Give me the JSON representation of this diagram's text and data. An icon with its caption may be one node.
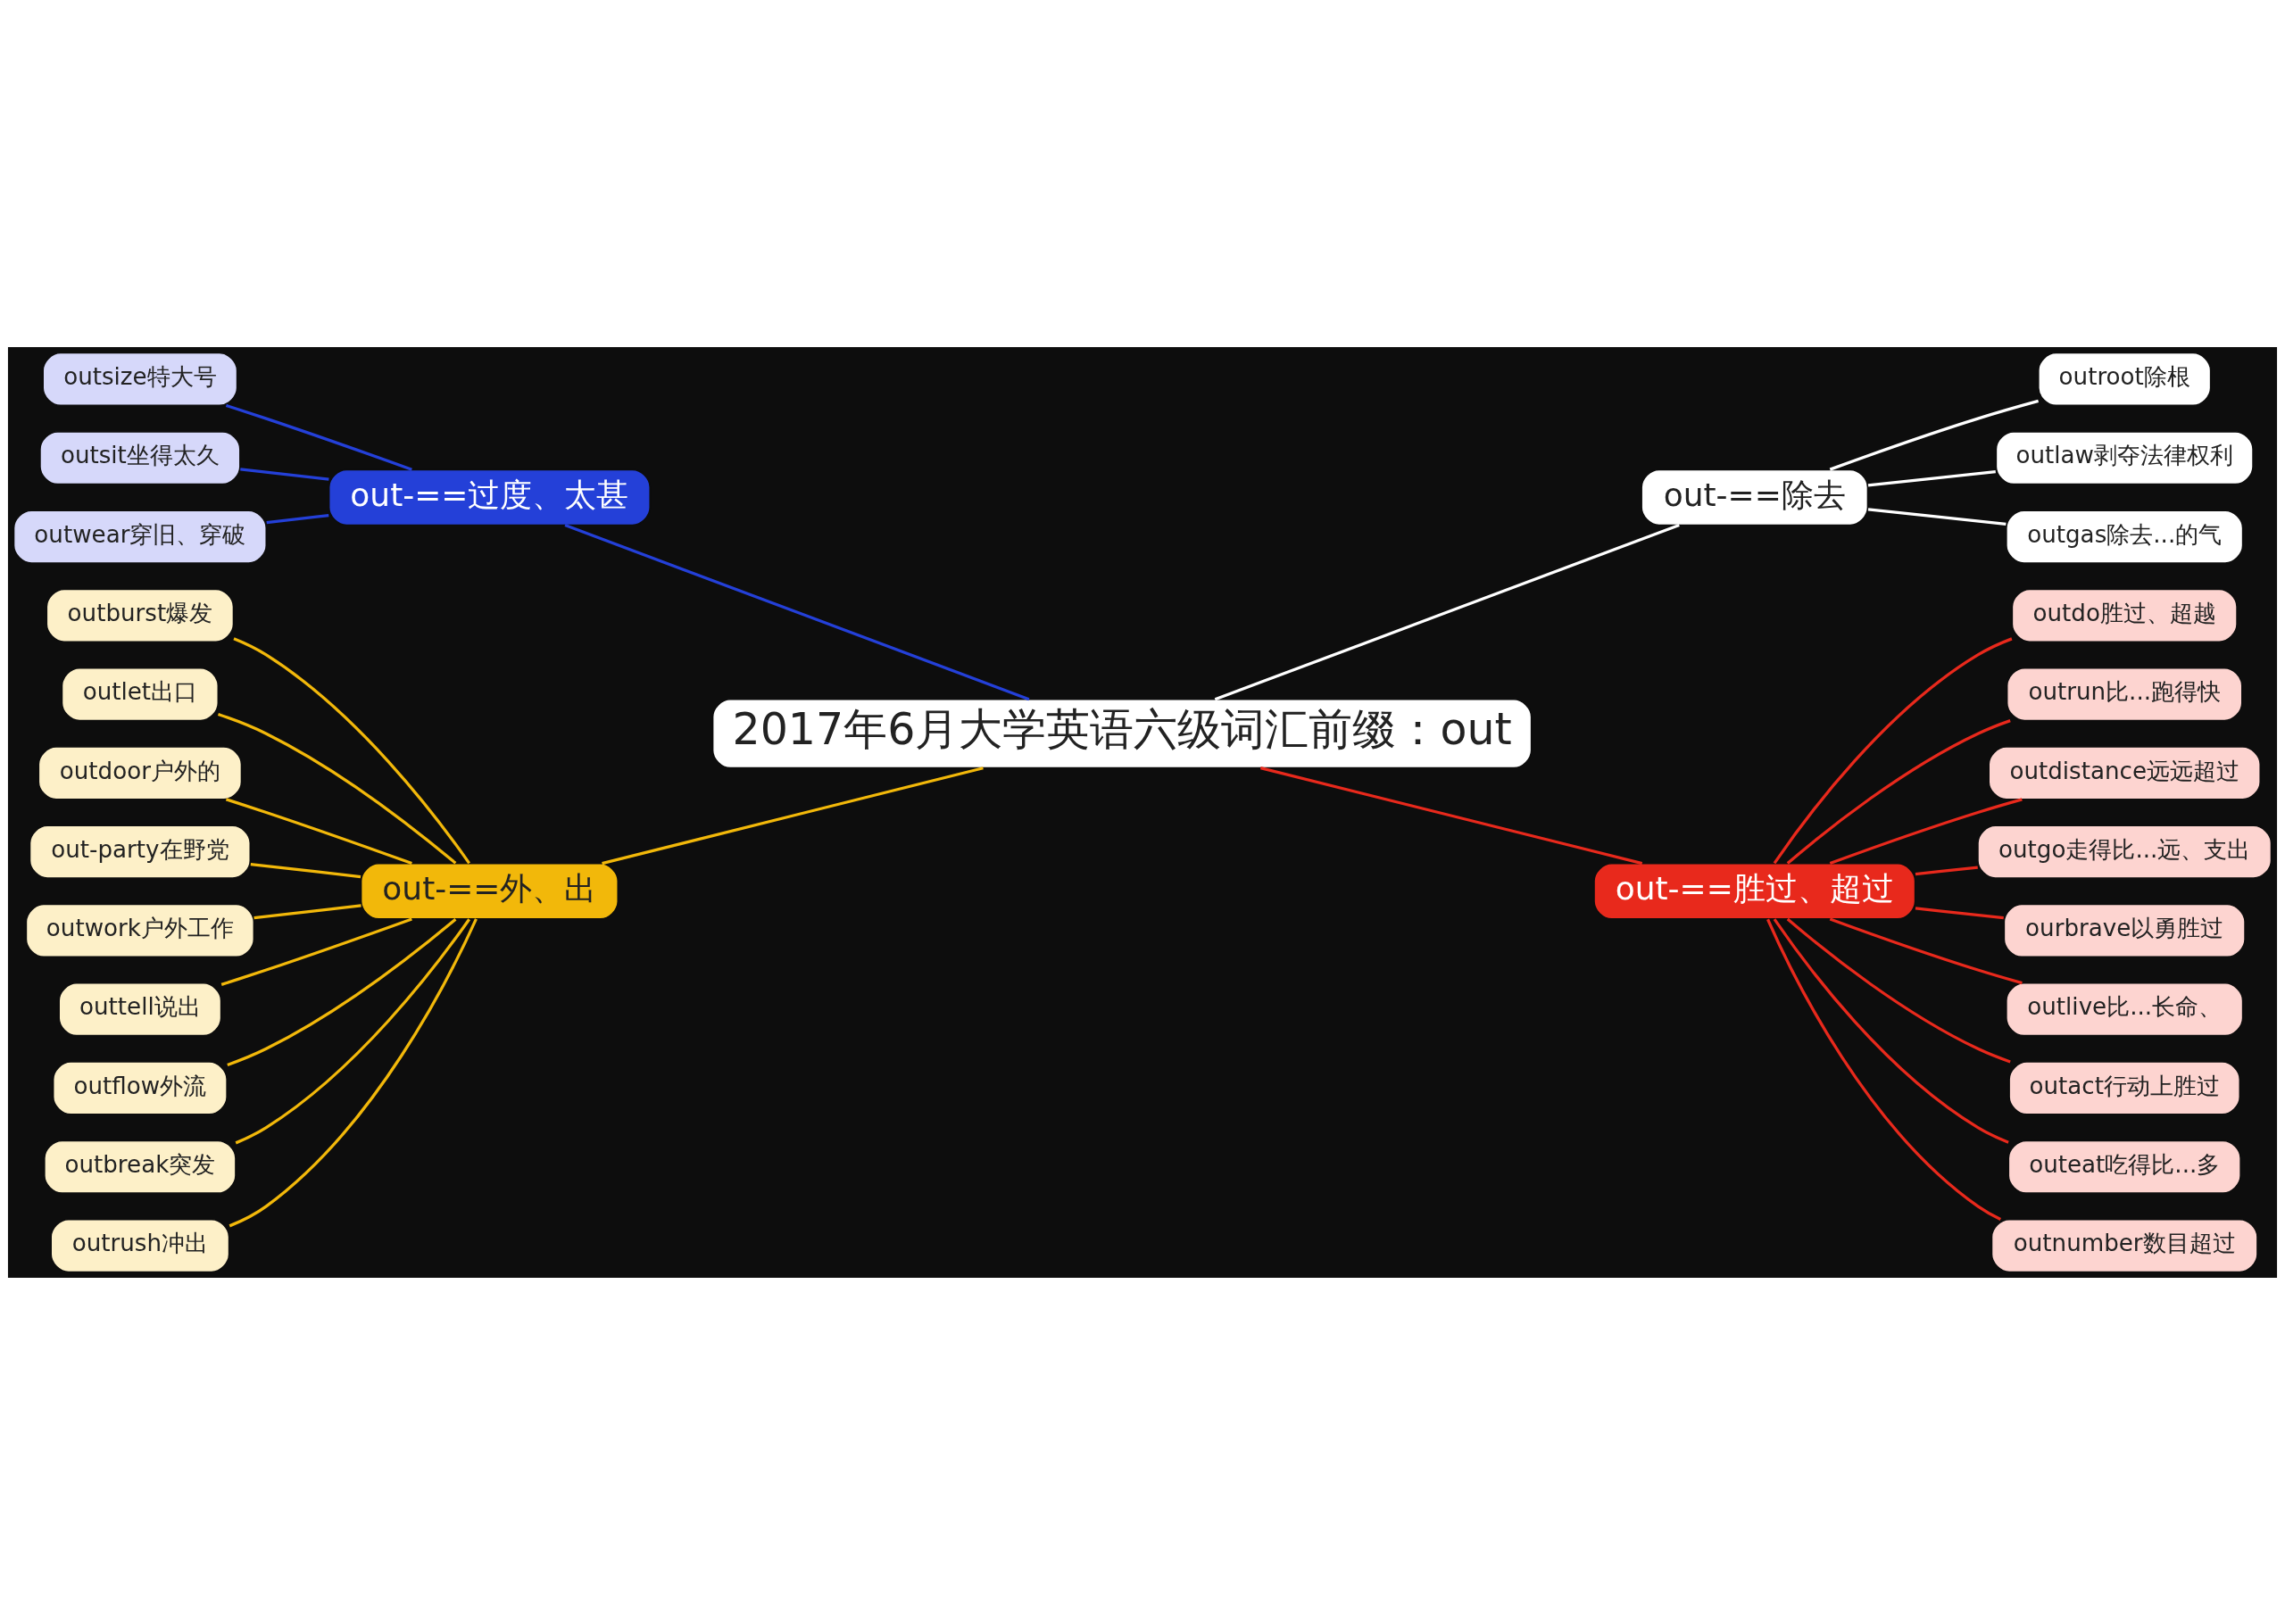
{
  "diagram": {
    "nodes": [
      {
        "text": [
          "2017年6月大学英语六级词汇前缀：out"
        ]
      },
      {
        "text": [
          "out-==过度、太甚"
        ]
      },
      {
        "text": [
          "outsize特大号"
        ]
      },
      {
        "text": [
          "outsit坐得太久"
        ]
      },
      {
        "text": [
          "outwear穿旧、穿破"
        ]
      },
      {
        "text": [
          "out-==外、出"
        ]
      },
      {
        "text": [
          "outburst爆发"
        ]
      },
      {
        "text": [
          "outlet出口"
        ]
      },
      {
        "text": [
          "outdoor户外的"
        ]
      },
      {
        "text": [
          "out-party在野党"
        ]
      },
      {
        "text": [
          "outwork户外工作"
        ]
      },
      {
        "text": [
          "outtell说出"
        ]
      },
      {
        "text": [
          "outflow外流"
        ]
      },
      {
        "text": [
          "outbreak突发"
        ]
      },
      {
        "text": [
          "outrush冲出"
        ]
      },
      {
        "text": [
          "out-==除去"
        ]
      },
      {
        "text": [
          "outroot除根"
        ]
      },
      {
        "text": [
          "outlaw剥夺法律权利"
        ]
      },
      {
        "text": [
          "outgas除去...的气"
        ]
      },
      {
        "text": [
          "out-==胜过、超过"
        ]
      },
      {
        "text": [
          "outdo胜过、超越"
        ]
      },
      {
        "text": [
          "outrun比...跑得快"
        ]
      },
      {
        "text": [
          "outdistance远远超过"
        ]
      },
      {
        "text": [
          "outgo走得比...远、支出"
        ]
      },
      {
        "text": [
          "ourbrave以勇胜过"
        ]
      },
      {
        "text": [
          "outlive比...长命、"
        ]
      },
      {
        "text": [
          "outact行动上胜过"
        ]
      },
      {
        "text": [
          "outeat吃得比...多"
        ]
      },
      {
        "text": [
          "outnumber数目超过"
        ]
      }
    ],
    "edges": [
      {
        "from": 0,
        "to": 1,
        "arrow": "none",
        "color": "#2440d8"
      },
      {
        "from": 1,
        "to": 2,
        "arrow": "none",
        "color": "#2440d8"
      },
      {
        "from": 1,
        "to": 3,
        "arrow": "none",
        "color": "#2440d8"
      },
      {
        "from": 1,
        "to": 4,
        "arrow": "none",
        "color": "#2440d8"
      },
      {
        "from": 0,
        "to": 5,
        "arrow": "none",
        "color": "#f2b80a"
      },
      {
        "from": 5,
        "to": 6,
        "arrow": "none",
        "color": "#f2b80a"
      },
      {
        "from": 5,
        "to": 7,
        "arrow": "none",
        "color": "#f2b80a"
      },
      {
        "from": 5,
        "to": 8,
        "arrow": "none",
        "color": "#f2b80a"
      },
      {
        "from": 5,
        "to": 9,
        "arrow": "none",
        "color": "#f2b80a"
      },
      {
        "from": 5,
        "to": 10,
        "arrow": "none",
        "color": "#f2b80a"
      },
      {
        "from": 5,
        "to": 11,
        "arrow": "none",
        "color": "#f2b80a"
      },
      {
        "from": 5,
        "to": 12,
        "arrow": "none",
        "color": "#f2b80a"
      },
      {
        "from": 5,
        "to": 13,
        "arrow": "none",
        "color": "#f2b80a"
      },
      {
        "from": 5,
        "to": 14,
        "arrow": "none",
        "color": "#f2b80a"
      },
      {
        "from": 0,
        "to": 15,
        "arrow": "none",
        "color": "#ffffff"
      },
      {
        "from": 15,
        "to": 16,
        "arrow": "none",
        "color": "#ffffff"
      },
      {
        "from": 15,
        "to": 17,
        "arrow": "none",
        "color": "#ffffff"
      },
      {
        "from": 15,
        "to": 18,
        "arrow": "none",
        "color": "#ffffff"
      },
      {
        "from": 0,
        "to": 19,
        "arrow": "none",
        "color": "#e8291c"
      },
      {
        "from": 19,
        "to": 20,
        "arrow": "none",
        "color": "#e8291c"
      },
      {
        "from": 19,
        "to": 21,
        "arrow": "none",
        "color": "#e8291c"
      },
      {
        "from": 19,
        "to": 22,
        "arrow": "none",
        "color": "#e8291c"
      },
      {
        "from": 19,
        "to": 23,
        "arrow": "none",
        "color": "#e8291c"
      },
      {
        "from": 19,
        "to": 24,
        "arrow": "none",
        "color": "#e8291c"
      },
      {
        "from": 19,
        "to": 25,
        "arrow": "none",
        "color": "#e8291c"
      },
      {
        "from": 19,
        "to": 26,
        "arrow": "none",
        "color": "#e8291c"
      },
      {
        "from": 19,
        "to": 27,
        "arrow": "none",
        "color": "#e8291c"
      },
      {
        "from": 19,
        "to": 28,
        "arrow": "none",
        "color": "#e8291c"
      }
    ]
  }
}
